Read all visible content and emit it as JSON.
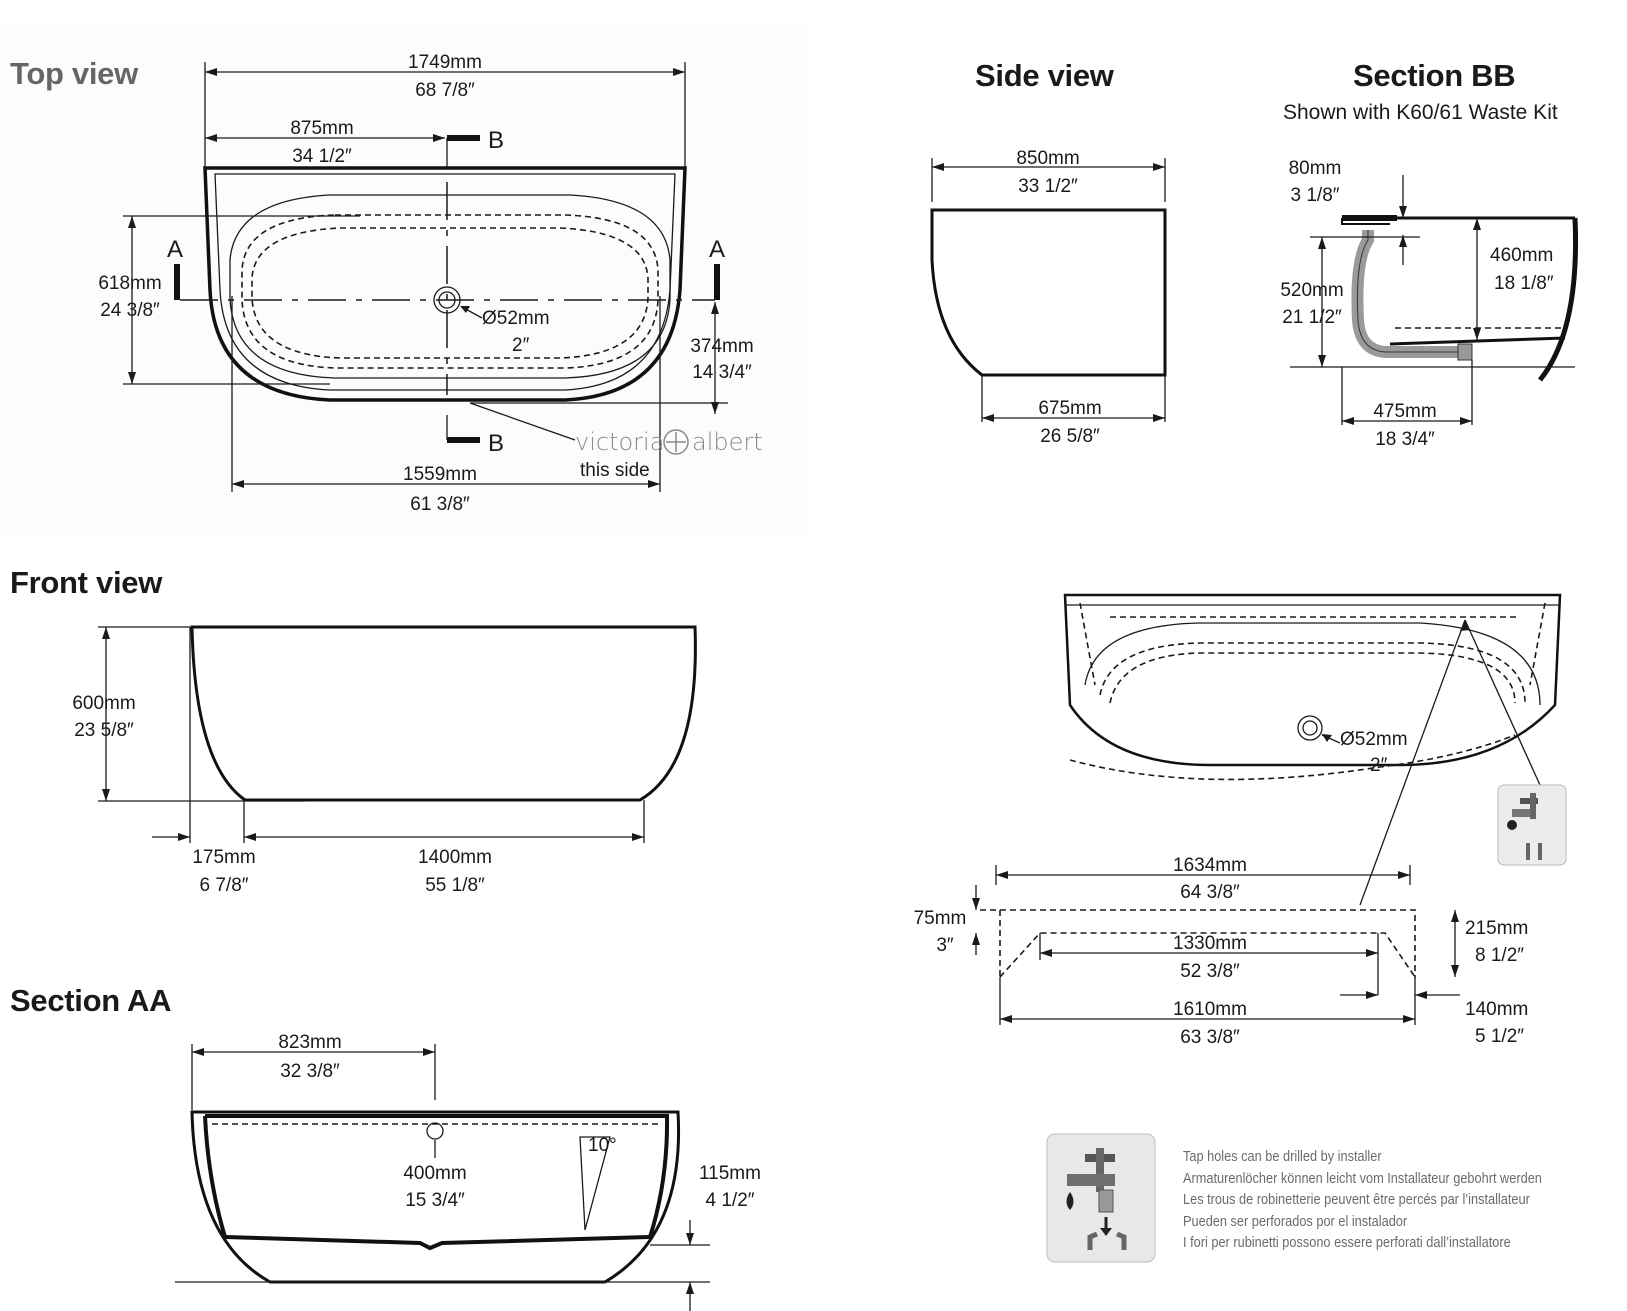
{
  "headings": {
    "top_view": "Top view",
    "side_view": "Side view",
    "section_bb": "Section BB",
    "section_bb_sub": "Shown with K60/61 Waste Kit",
    "front_view": "Front view",
    "section_aa": "Section AA"
  },
  "top_view": {
    "overall_length": {
      "mm": "1749mm",
      "in": "68 7/8″"
    },
    "half_length": {
      "mm": "875mm",
      "in": "34 1/2″"
    },
    "depth": {
      "mm": "618mm",
      "in": "24 3/8″"
    },
    "waste_dia": {
      "mm": "Ø52mm",
      "in": "2″"
    },
    "waste_offset": {
      "mm": "374mm",
      "in": "14 3/4″"
    },
    "base_length": {
      "mm": "1559mm",
      "in": "61 3/8″"
    },
    "section_a": "A",
    "section_b": "B",
    "brand_left": "victoria",
    "brand_right": "albert",
    "this_side": "this side"
  },
  "side_view": {
    "top_width": {
      "mm": "850mm",
      "in": "33 1/2″"
    },
    "base_width": {
      "mm": "675mm",
      "in": "26 5/8″"
    }
  },
  "section_bb": {
    "rim": {
      "mm": "80mm",
      "in": "3 1/8″"
    },
    "inner_depth": {
      "mm": "460mm",
      "in": "18 1/8″"
    },
    "overflow_height": {
      "mm": "520mm",
      "in": "21 1/2″"
    },
    "waste_position": {
      "mm": "475mm",
      "in": "18 3/4″"
    }
  },
  "front_view": {
    "height": {
      "mm": "600mm",
      "in": "23 5/8″"
    },
    "overhang": {
      "mm": "175mm",
      "in": "6 7/8″"
    },
    "base_length": {
      "mm": "1400mm",
      "in": "55 1/8″"
    }
  },
  "section_aa": {
    "waste_pos": {
      "mm": "823mm",
      "in": "32 3/8″"
    },
    "water_depth": {
      "mm": "400mm",
      "in": "15 3/4″"
    },
    "angle": "10°",
    "base_thickness": {
      "mm": "115mm",
      "in": "4 1/2″"
    }
  },
  "wall_detail": {
    "waste_dia": {
      "mm": "Ø52mm",
      "in": "2″"
    },
    "outer_length": {
      "mm": "1634mm",
      "in": "64 3/8″"
    },
    "inner_length": {
      "mm": "1330mm",
      "in": "52 3/8″"
    },
    "base_length": {
      "mm": "1610mm",
      "in": "63 3/8″"
    },
    "top_offset": {
      "mm": "75mm",
      "in": "3″"
    },
    "height": {
      "mm": "215mm",
      "in": "8 1/2″"
    },
    "side_offset": {
      "mm": "140mm",
      "in": "5 1/2″"
    }
  },
  "tap_notes": [
    "Tap holes can be drilled by installer",
    "Armaturenlöcher können leicht vom Installateur gebohrt werden",
    "Les trous de robinetterie peuvent être percés par l’installateur",
    "Pueden ser perforados por el instalador",
    "I fori per rubinetti possono essere perforati dall’installatore"
  ]
}
